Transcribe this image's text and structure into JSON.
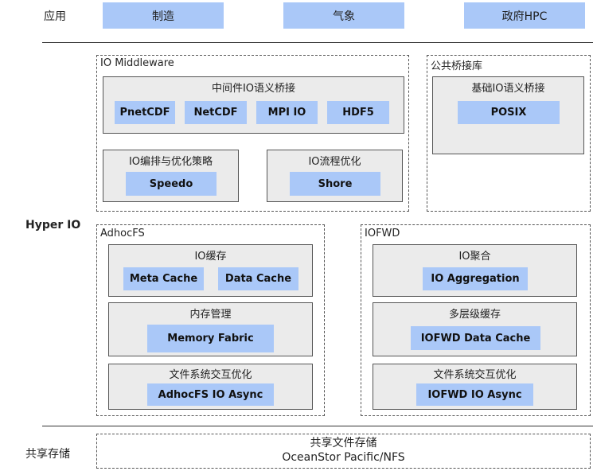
{
  "layers": {
    "application": {
      "label": "应用",
      "items": [
        "制造",
        "气象",
        "政府HPC"
      ]
    },
    "hyper_io": {
      "label": "Hyper IO",
      "middleware": {
        "title": "IO Middleware",
        "bridge": {
          "title": "中间件IO语义桥接",
          "items": [
            "PnetCDF",
            "NetCDF",
            "MPI IO",
            "HDF5"
          ]
        },
        "scheduling": {
          "title": "IO编排与优化策略",
          "item": "Speedo"
        },
        "flow": {
          "title": "IO流程优化",
          "item": "Shore"
        }
      },
      "bridge_lib": {
        "title": "公共桥接库",
        "basic": {
          "title": "基础IO语义桥接",
          "item": "POSIX"
        }
      },
      "adhocfs": {
        "title": "AdhocFS",
        "cache": {
          "title": "IO缓存",
          "items": [
            "Meta Cache",
            "Data Cache"
          ]
        },
        "memory": {
          "title": "内存管理",
          "item": "Memory Fabric"
        },
        "fs_opt": {
          "title": "文件系统交互优化",
          "item": "AdhocFS IO Async"
        }
      },
      "iofwd": {
        "title": "IOFWD",
        "aggregation": {
          "title": "IO聚合",
          "item": "IO Aggregation"
        },
        "multilevel": {
          "title": "多层级缓存",
          "item": "IOFWD Data Cache"
        },
        "fs_opt": {
          "title": "文件系统交互优化",
          "item": "IOFWD IO Async"
        }
      }
    },
    "shared_storage": {
      "label": "共享存储",
      "line1": "共享文件存储",
      "line2": "OceanStor Pacific/NFS"
    }
  },
  "colors": {
    "chip": "#aac8f8",
    "panel": "#ebebeb",
    "border": "#555555"
  }
}
